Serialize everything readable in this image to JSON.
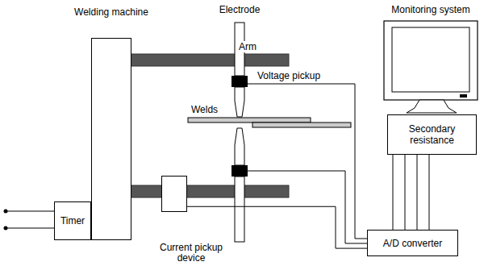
{
  "diagram": {
    "nodes": [
      {
        "text": [
          "Welding machine"
        ]
      },
      {
        "text": [
          "Timer"
        ]
      },
      {
        "text": [
          "Current pickup device"
        ]
      },
      {
        "text": [
          "Secondary resistance"
        ]
      },
      {
        "text": [
          "A/D converter"
        ]
      }
    ],
    "edges": [
      {
        "from": 2,
        "to": 4,
        "arrow": "none"
      },
      {
        "from": 3,
        "to": 4,
        "arrow": "none"
      },
      {
        "from": 3,
        "to": 4,
        "arrow": "none"
      },
      {
        "from": 3,
        "to": 4,
        "arrow": "none"
      },
      {
        "from": 3,
        "to": 4,
        "arrow": "none"
      }
    ],
    "labels": [
      "Electrode",
      "Arm",
      "Voltage pickup",
      "Welds",
      "Monitoring system"
    ]
  }
}
